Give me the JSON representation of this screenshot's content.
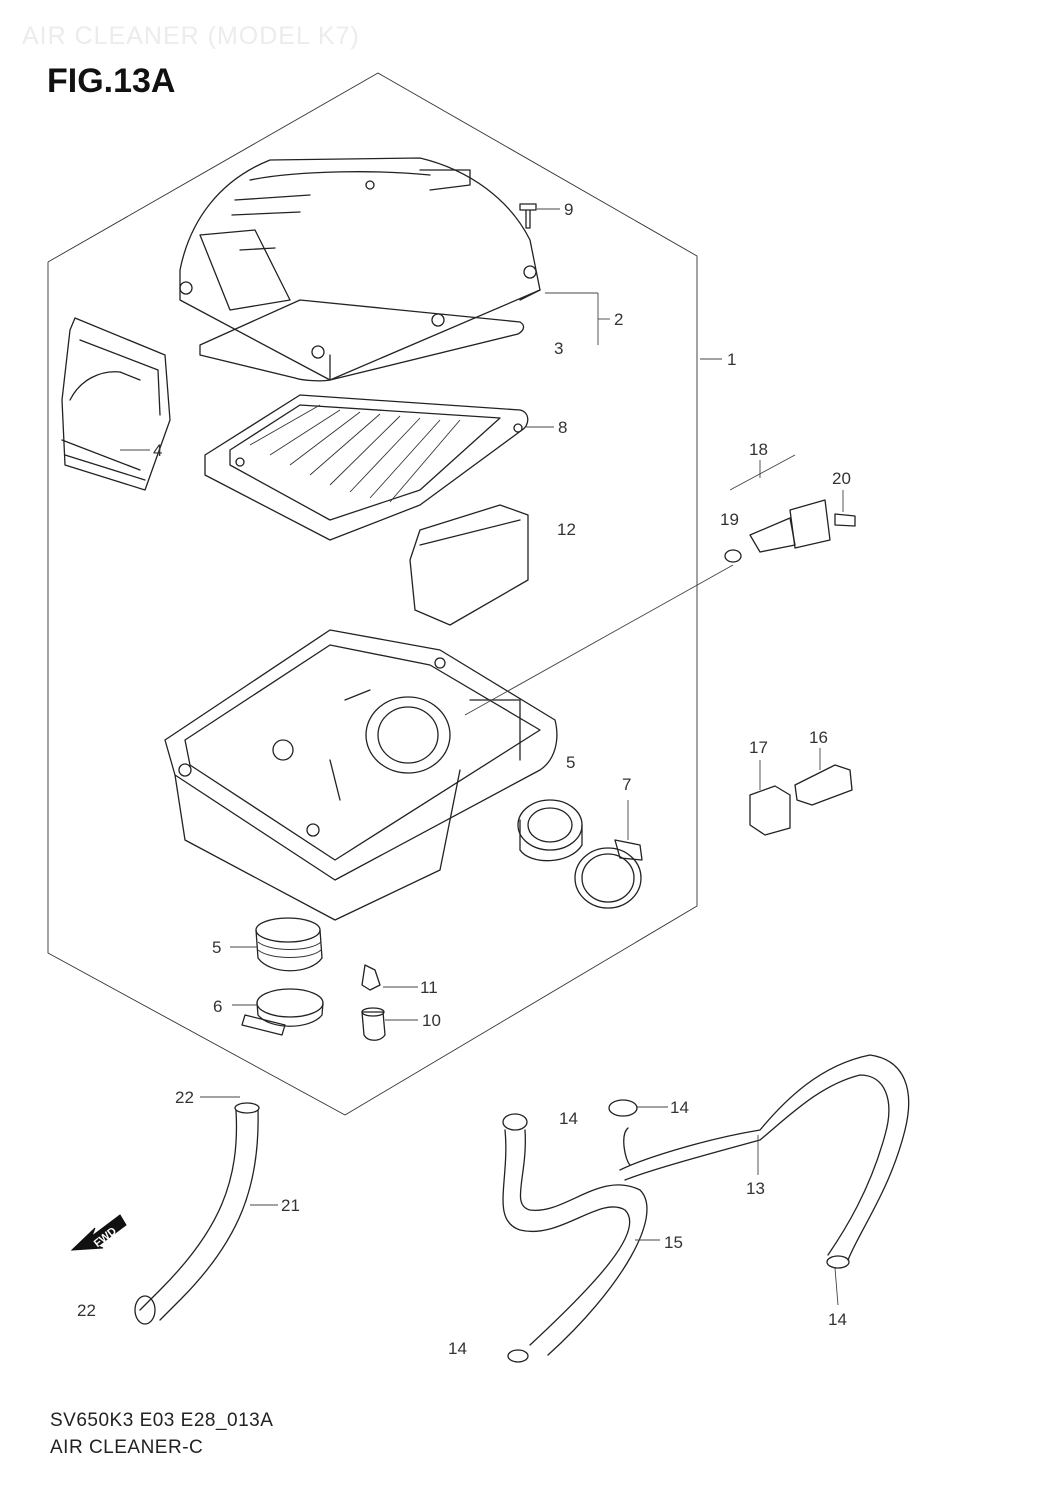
{
  "header": {
    "faint_title": "AIR CLEANER (MODEL K7)",
    "figure_title": "FIG.13A"
  },
  "callouts": {
    "c1": "1",
    "c2": "2",
    "c3": "3",
    "c4": "4",
    "c5a": "5",
    "c5b": "5",
    "c6": "6",
    "c7": "7",
    "c8": "8",
    "c9": "9",
    "c10": "10",
    "c11": "11",
    "c12": "12",
    "c13": "13",
    "c14a": "14",
    "c14b": "14",
    "c14c": "14",
    "c14d": "14",
    "c15": "15",
    "c16": "16",
    "c17": "17",
    "c18": "18",
    "c19": "19",
    "c20": "20",
    "c21": "21",
    "c22a": "22",
    "c22b": "22"
  },
  "fwd_label": "FWD",
  "footer": {
    "code": "SV650K3 E03 E28_013A",
    "caption": "AIR CLEANER-C"
  }
}
